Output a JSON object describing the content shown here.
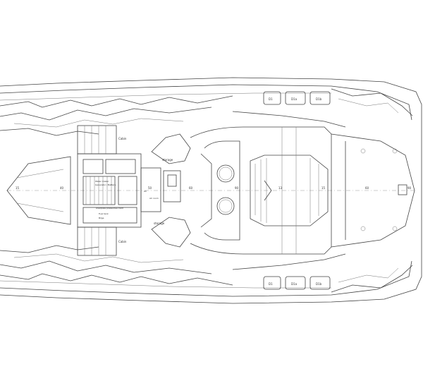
{
  "labels": {
    "cabin_top": "Cabin",
    "cabin_bottom": "Cabin",
    "storage_top": "storage",
    "storage_bottom": "storage",
    "panel_1": "Water maker",
    "panel_2": "Generator / Battery",
    "panel_3": "Overpass pressurise room",
    "panel_4": "Fuel tank",
    "panel_5": "Bilge",
    "bulkhead_left": "AC",
    "bulkhead_right": "AC room"
  },
  "frames": [
    "15",
    "40",
    "50",
    "60",
    "90",
    "13",
    "15",
    "60",
    "90"
  ],
  "hatch_labels_top": [
    "D1",
    "D1a",
    "D1b"
  ],
  "hatch_labels_bottom": [
    "D1",
    "D1a",
    "D1b"
  ]
}
